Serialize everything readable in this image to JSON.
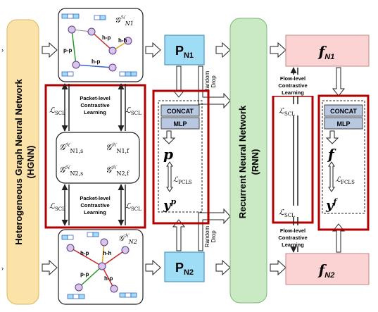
{
  "hgnn": {
    "label_line1": "Heterogeneous Graph Neural Network",
    "label_line2": "(HGNN)"
  },
  "rnn": {
    "label_line1": "Recurrent Neural Network",
    "label_line2": "(RNN)"
  },
  "graphs": {
    "top": {
      "title": "𝒢ᴴ_N1",
      "edges": [
        "p-p",
        "h-h",
        "h-p"
      ]
    },
    "bottom": {
      "title": "𝒢ᴴ_N2",
      "edges": [
        "h-p",
        "h-h",
        "p-p",
        "h-p"
      ]
    },
    "middle": {
      "n1s": "𝒢ᴴ_N1,s",
      "n1f": "𝒢ᴴ_N1,f",
      "n2s": "𝒢ᴴ_N2,s",
      "n2f": "𝒢ᴴ_N2,f"
    }
  },
  "losses": {
    "scl": "ℒSCL",
    "pcls": "ℒPCLS",
    "fcls": "ℒFCLS"
  },
  "packet_contrastive": {
    "line1": "Packet-level",
    "line2": "Contrastive",
    "line3": "Learning"
  },
  "flow_contrastive": {
    "line1": "Flow-level",
    "line2": "Contrastive",
    "line3": "Learning"
  },
  "random_drop": {
    "line1": "Random",
    "line2": "Drop"
  },
  "packet_branch": {
    "concat": "CONCAT",
    "mlp": "MLP",
    "vec": "p",
    "out": "yᵖ"
  },
  "flow_branch": {
    "concat": "CONCAT",
    "mlp": "MLP",
    "vec": "f",
    "out": "yᶠ"
  },
  "packet_nodes": {
    "n1": "PN1",
    "n2": "PN2"
  },
  "flow_nodes": {
    "n1": "fN1",
    "n2": "fN2"
  },
  "colors": {
    "hgnn_fill": "#fbe2a8",
    "rnn_fill": "#c9eac2",
    "p_fill": "#9fdcf5",
    "f_fill": "#fbd3d3",
    "highlight": "#b00000",
    "inner_box": "#b8c8e0",
    "node_fill": "#d9c4ea"
  }
}
